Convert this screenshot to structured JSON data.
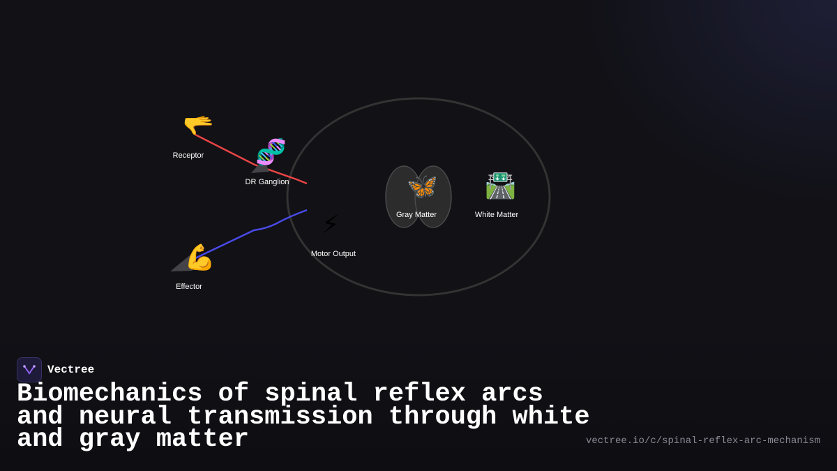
{
  "diagram": {
    "nodes": {
      "receptor": {
        "label": "Receptor",
        "icon": "pointing-hand-icon",
        "glyph": "🫳"
      },
      "ganglion": {
        "label": "DR Ganglion",
        "icon": "dna-icon",
        "glyph": "🧬"
      },
      "gray": {
        "label": "Gray Matter",
        "icon": "butterfly-icon",
        "glyph": "🦋"
      },
      "white": {
        "label": "White Matter",
        "icon": "highway-icon",
        "glyph": "🛣️"
      },
      "motor": {
        "label": "Motor Output",
        "icon": "lightning-icon",
        "glyph": "⚡"
      },
      "effector": {
        "label": "Effector",
        "icon": "flexed-biceps-icon",
        "glyph": "💪"
      }
    },
    "colors": {
      "sensory_path": "#e84545",
      "motor_path": "#4a4ae8",
      "cord_outline": "#3a3a3a",
      "gray_matter_fill": "#2c2c2c"
    }
  },
  "brand": {
    "name": "Vectree"
  },
  "title": "Biomechanics of spinal reflex arcs and neural transmission through white and gray matter",
  "url": "vectree.io/c/spinal-reflex-arc-mechanism"
}
